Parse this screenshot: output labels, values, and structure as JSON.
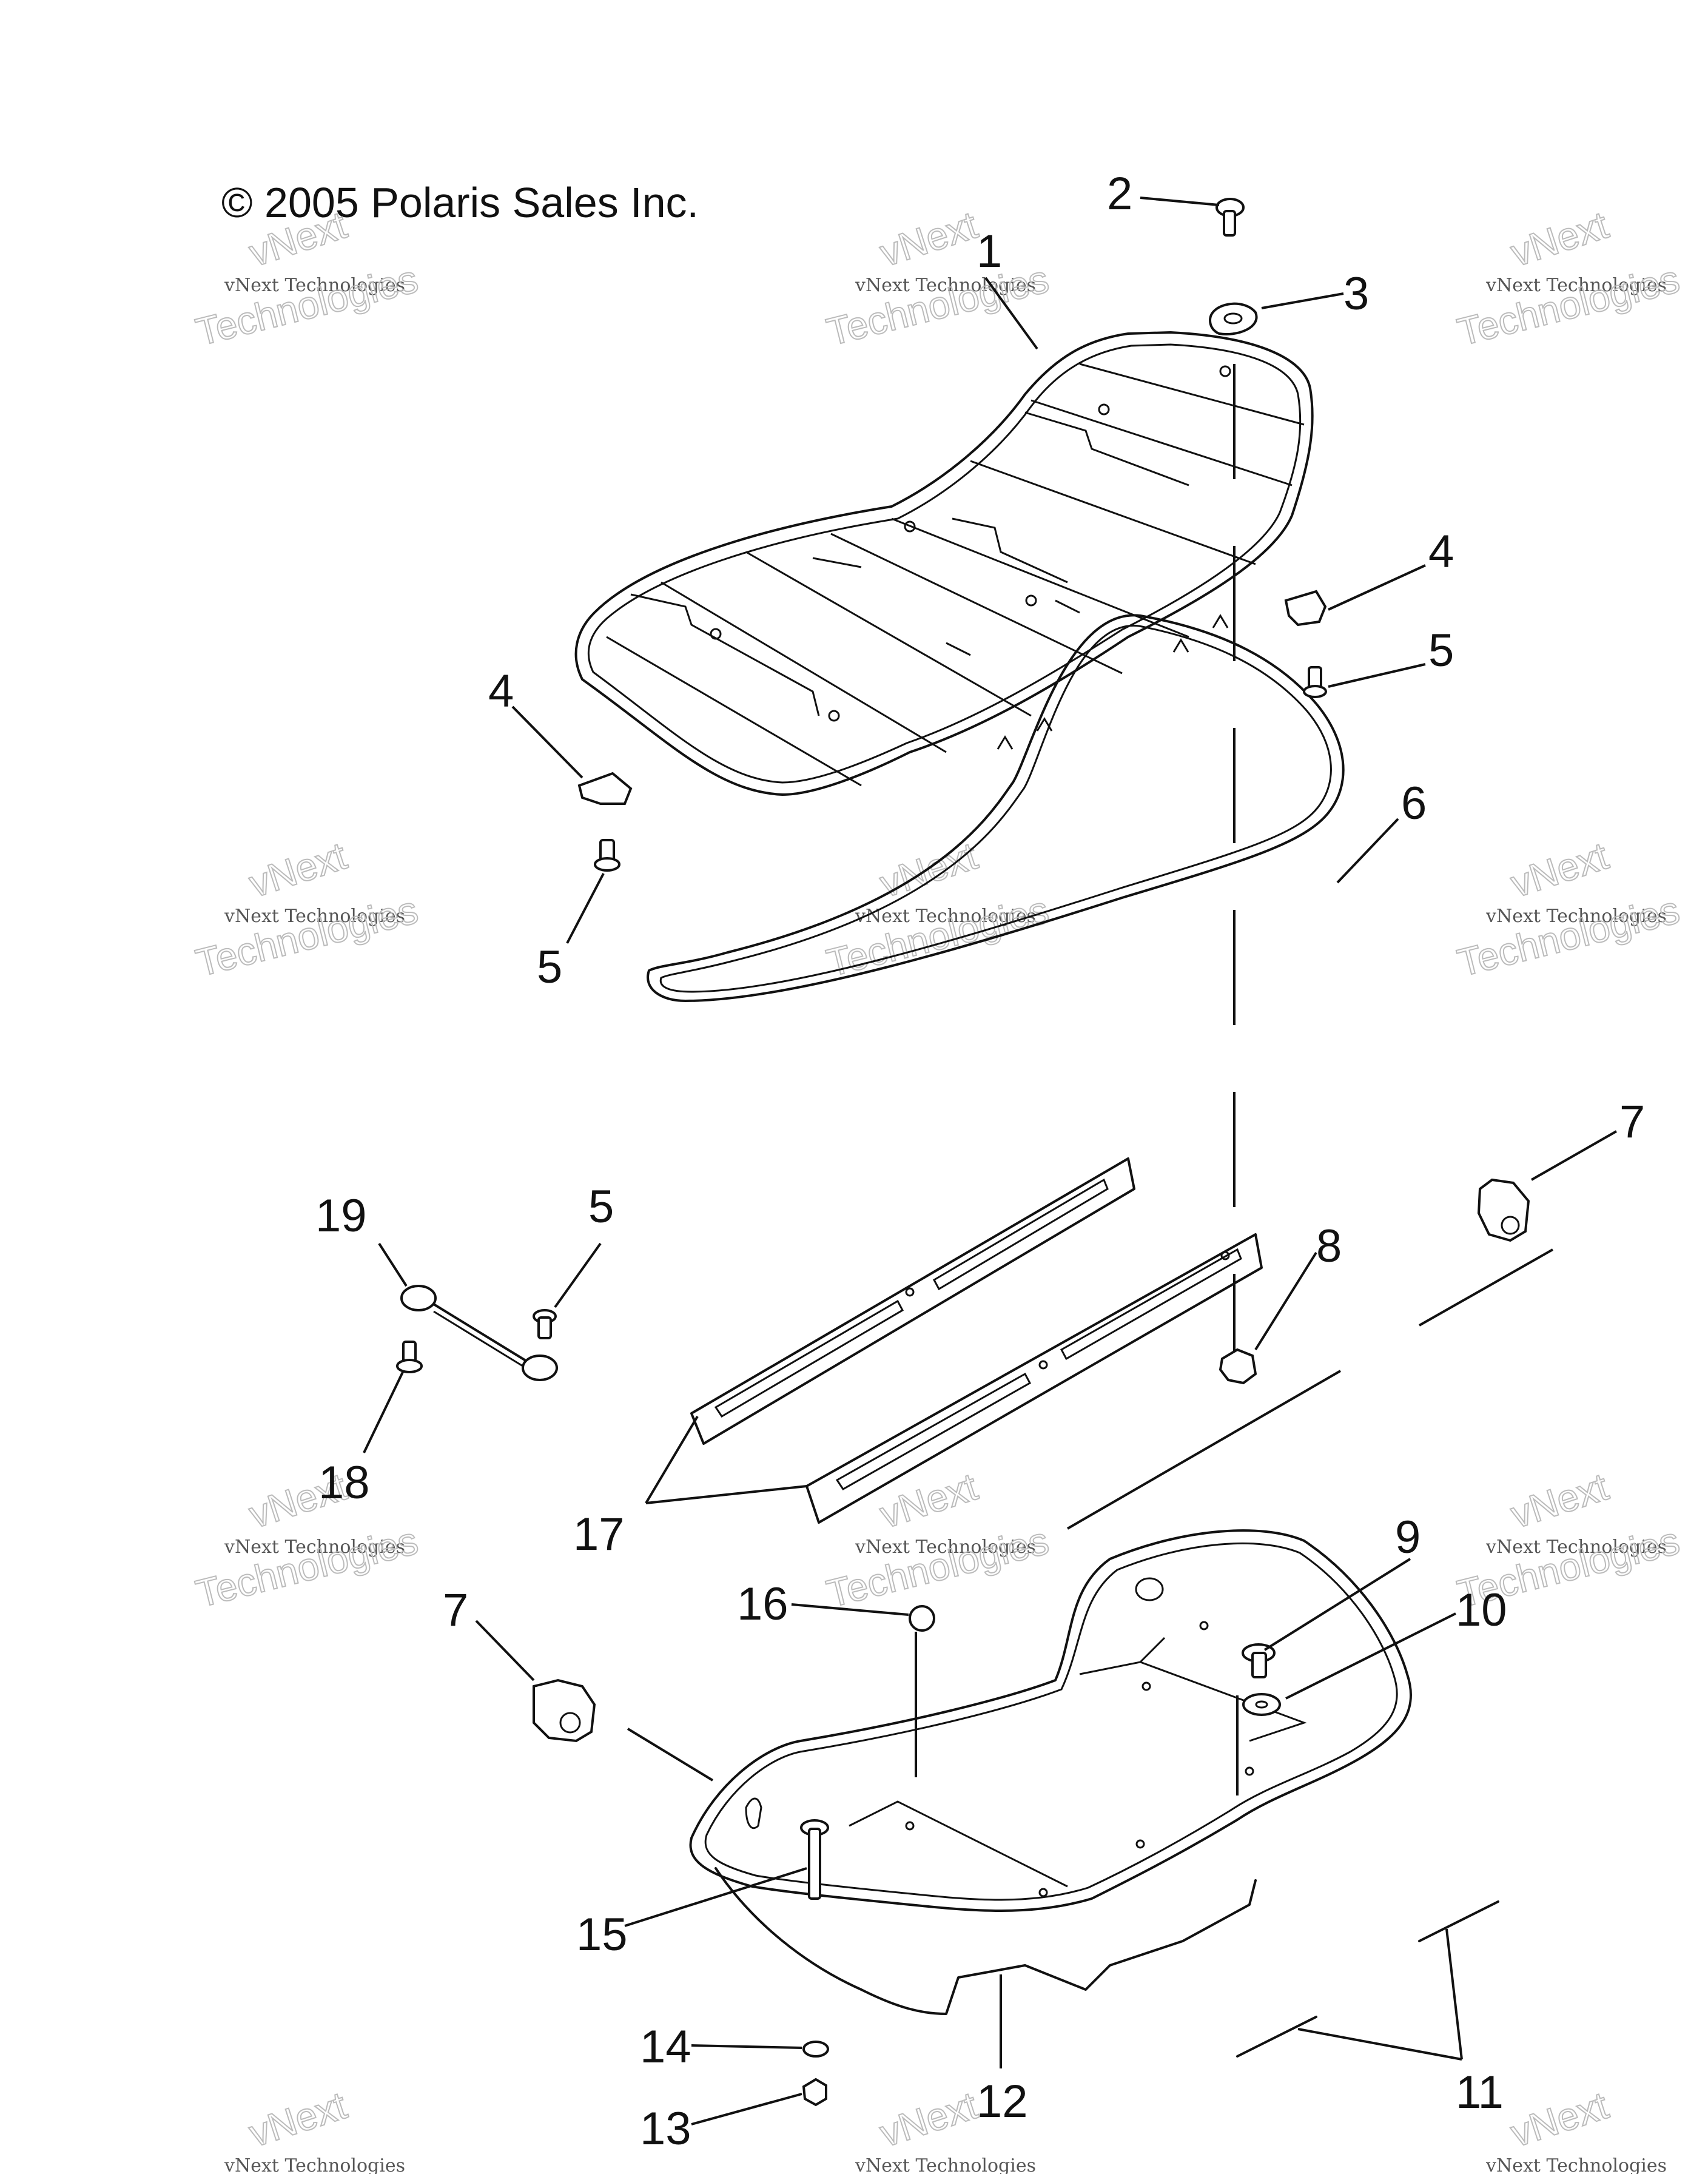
{
  "copyright": "© 2005 Polaris Sales Inc.",
  "watermark": {
    "line1": "vNext",
    "line2": "vNext Technologies",
    "line3": "Technologies"
  },
  "callouts": [
    "1",
    "2",
    "3",
    "4",
    "4",
    "5",
    "5",
    "5",
    "6",
    "7",
    "7",
    "8",
    "9",
    "10",
    "11",
    "12",
    "13",
    "14",
    "15",
    "16",
    "17",
    "18",
    "19"
  ]
}
